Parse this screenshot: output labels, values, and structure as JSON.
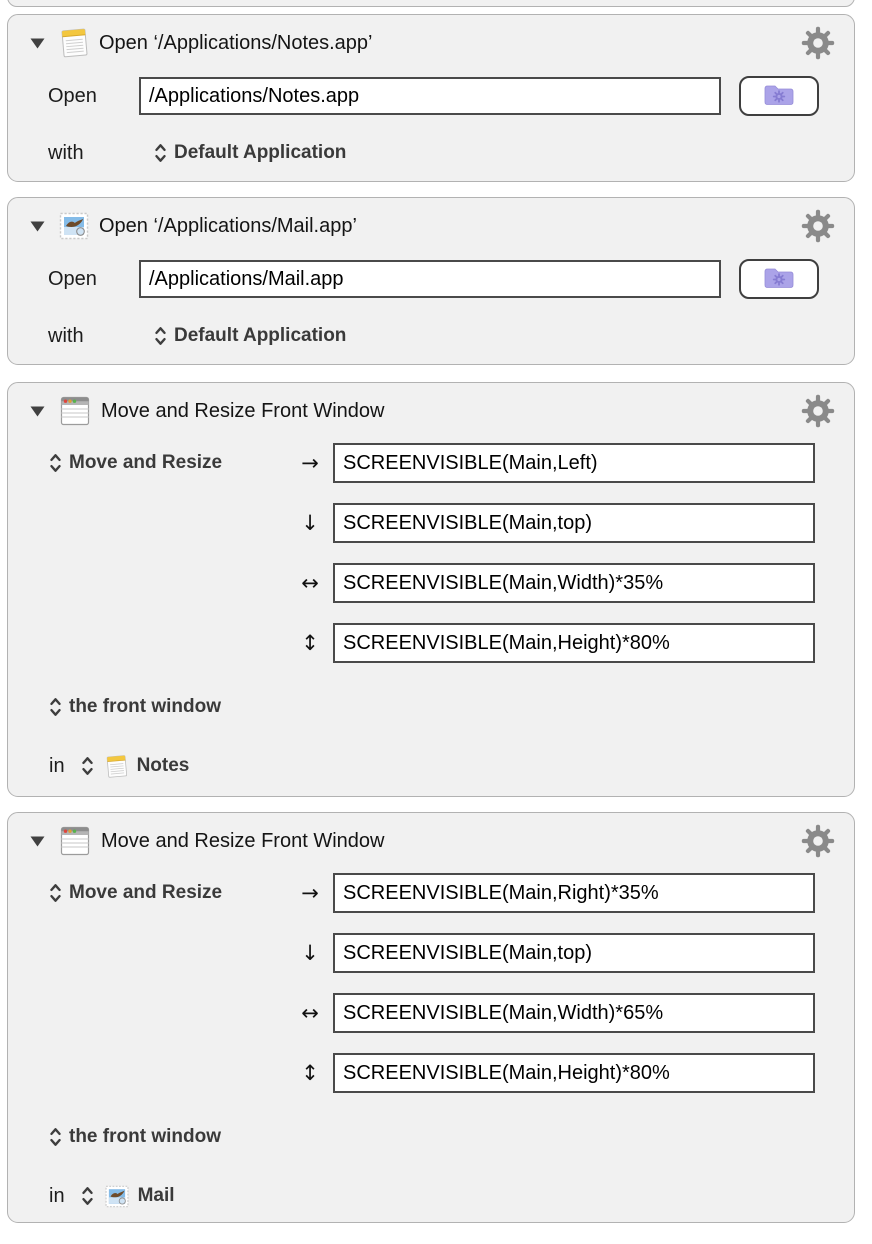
{
  "ui": {
    "background": "#ffffff",
    "card_background": "#f1f1f1",
    "card_border": "#b2b2b2",
    "folder_icon_color": "#aba3e8"
  },
  "actions": [
    {
      "title": "Open ‘/Applications/Notes.app’",
      "icon": "notes-app-icon",
      "open_label": "Open",
      "path": "/Applications/Notes.app",
      "with_label": "with",
      "application": "Default Application"
    },
    {
      "title": "Open ‘/Applications/Mail.app’",
      "icon": "mail-app-icon",
      "open_label": "Open",
      "path": "/Applications/Mail.app",
      "with_label": "with",
      "application": "Default Application"
    },
    {
      "title": "Move and Resize Front Window",
      "icon": "window-icon",
      "mode": "Move and Resize",
      "coords": [
        {
          "arrow": "→",
          "value": "SCREENVISIBLE(Main,Left)"
        },
        {
          "arrow": "↓",
          "value": "SCREENVISIBLE(Main,top)"
        },
        {
          "arrow": "↔",
          "value": "SCREENVISIBLE(Main,Width)*35%"
        },
        {
          "arrow": "↕",
          "value": "SCREENVISIBLE(Main,Height)*80%"
        }
      ],
      "window_target": "the front window",
      "in_label": "in",
      "app_name": "Notes"
    },
    {
      "title": "Move and Resize Front Window",
      "icon": "window-icon",
      "mode": "Move and Resize",
      "coords": [
        {
          "arrow": "→",
          "value": "SCREENVISIBLE(Main,Right)*35%"
        },
        {
          "arrow": "↓",
          "value": "SCREENVISIBLE(Main,top)"
        },
        {
          "arrow": "↔",
          "value": "SCREENVISIBLE(Main,Width)*65%"
        },
        {
          "arrow": "↕",
          "value": "SCREENVISIBLE(Main,Height)*80%"
        }
      ],
      "window_target": "the front window",
      "in_label": "in",
      "app_name": "Mail"
    }
  ]
}
